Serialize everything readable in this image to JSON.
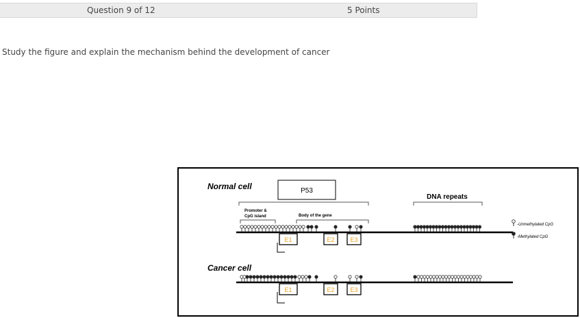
{
  "question_header": {
    "number_text": "Question 9 of 12",
    "points_text": "5 Points"
  },
  "prompt": "Study the figure and explain the mechanism behind the development of cancer",
  "figure": {
    "normal_label": "Normal cell",
    "cancer_label": "Cancer cell",
    "gene_name": "P53",
    "dna_repeats_label": "DNA repeats",
    "promoter_label_line1": "Promoter &",
    "promoter_label_line2": "CpG island",
    "body_label": "Body of the gene",
    "exons": [
      "E1",
      "E2",
      "E3"
    ],
    "legend_unmethylated": "-Unmethylated CpG",
    "legend_methylated": "-Methylated CpG",
    "colors": {
      "exon_text": "#e8a020",
      "line": "#000000"
    }
  }
}
